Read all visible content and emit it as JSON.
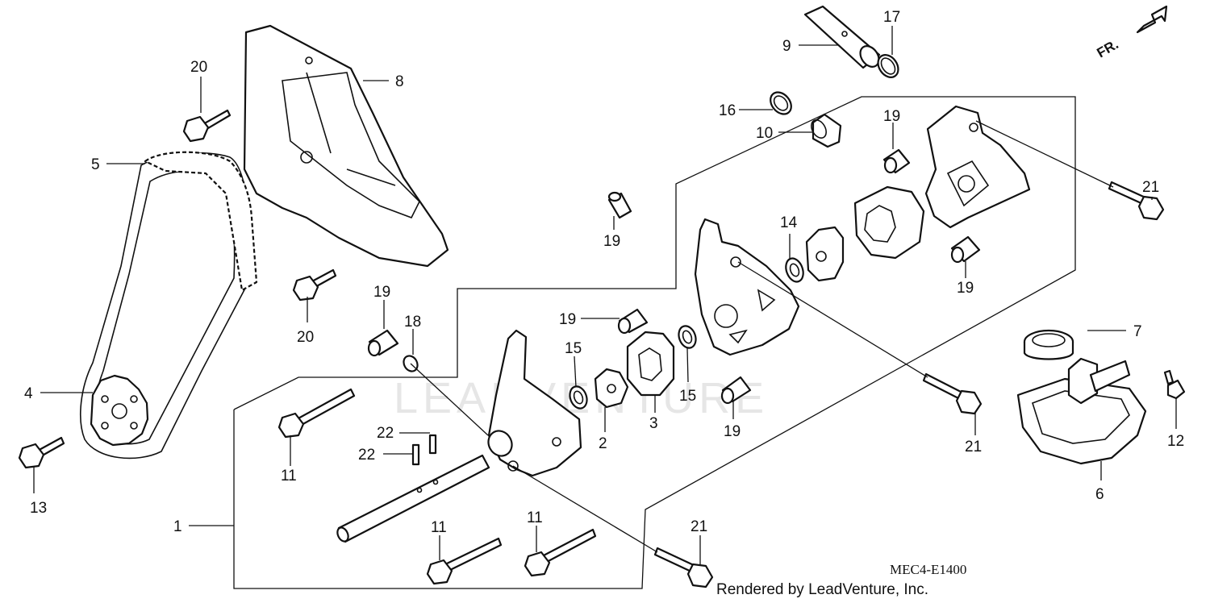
{
  "diagram": {
    "callouts": [
      "1",
      "2",
      "3",
      "4",
      "5",
      "6",
      "7",
      "8",
      "9",
      "10",
      "11",
      "12",
      "13",
      "14",
      "15",
      "16",
      "17",
      "18",
      "19",
      "20",
      "21",
      "22"
    ],
    "code": "MEC4-E1400",
    "credit": "Rendered by LeadVenture, Inc.",
    "watermark": "LEADVENTURE",
    "direction": "FR."
  }
}
